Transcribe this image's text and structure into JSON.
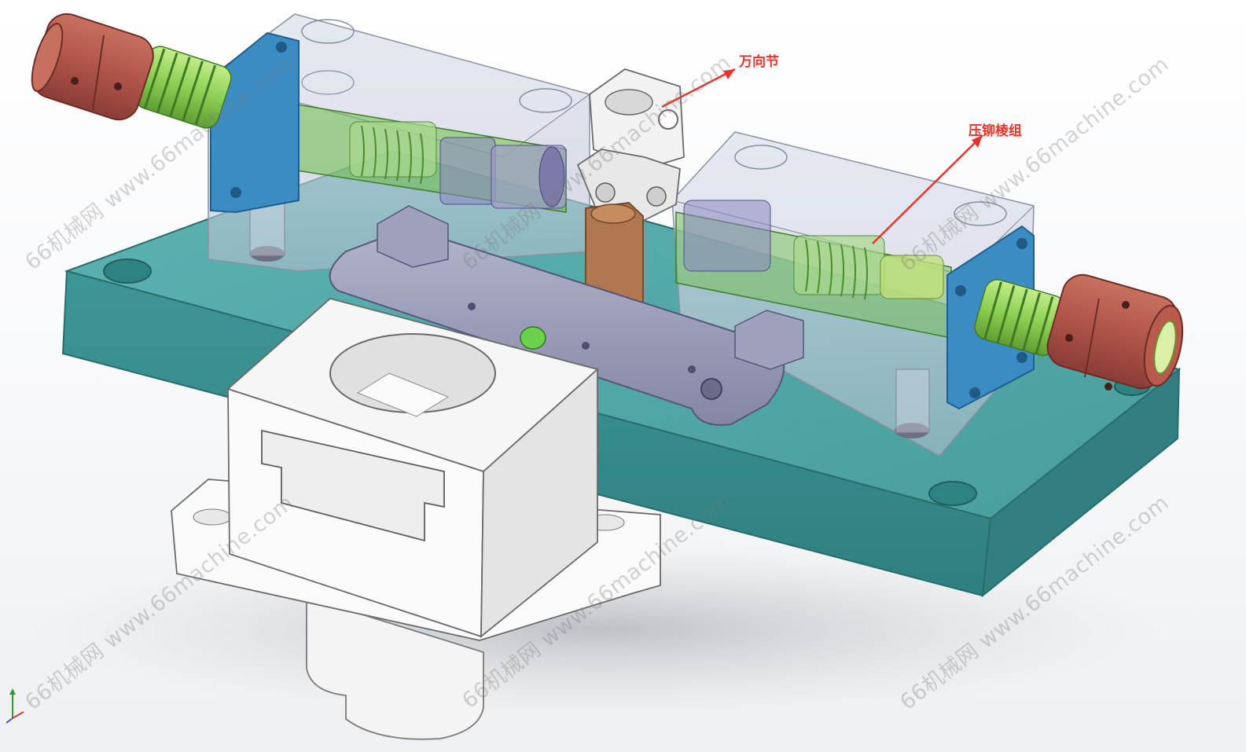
{
  "viewport": {
    "background_colors": {
      "top": "#ffffff",
      "bottom": "#eef0f3"
    }
  },
  "callouts": [
    {
      "id": "universal-joint",
      "text": "万向节",
      "color": "#e8322c"
    },
    {
      "id": "rivet-press-group",
      "text": "压铆棱组",
      "color": "#e8322c"
    }
  ],
  "watermarks": [
    {
      "text": "66机械网 www.66machine.com"
    },
    {
      "text": "66机械网 www.66machine.com"
    },
    {
      "text": "66机械网 www.66machine.com"
    },
    {
      "text": "66机械网 www.66machine.com"
    },
    {
      "text": "66机械网 www.66machine.com"
    },
    {
      "text": "66机械网 www.66machine.com"
    }
  ],
  "parts": {
    "base_plate": {
      "color": "#4fa8a8"
    },
    "transparent_blocks": {
      "color": "#c8ccd8"
    },
    "mounting_flanges": {
      "color": "#3c8cc4"
    },
    "couplings": {
      "color": "#b8584a"
    },
    "springs_and_shafts": {
      "color": "#8cd25a"
    },
    "link_bar": {
      "color": "#9ea0bc"
    },
    "center_post": {
      "color": "#b07850"
    },
    "universal_joint": {
      "color": "#f0f0f0"
    },
    "fixture_block": {
      "color": "#f2f2f2"
    }
  }
}
